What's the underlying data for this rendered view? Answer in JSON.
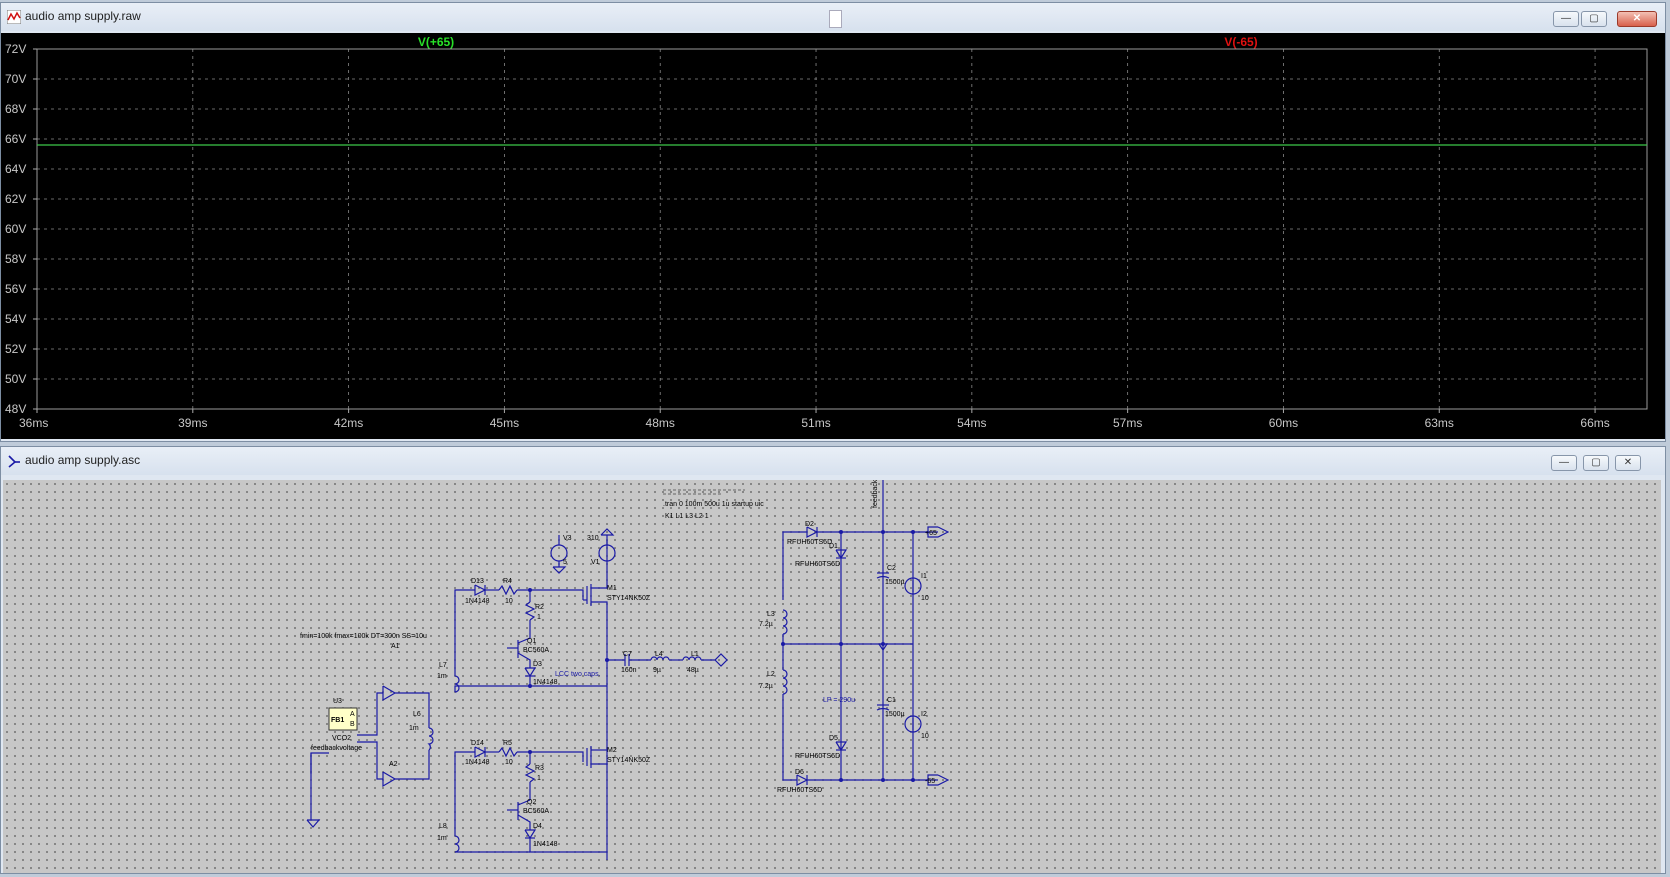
{
  "plot_window": {
    "title": "audio amp supply.raw",
    "buttons": {
      "minimize": "—",
      "maximize": "▢",
      "close": "✕"
    }
  },
  "schematic_window": {
    "title": "audio amp supply.asc",
    "buttons": {
      "minimize": "—",
      "maximize": "▢",
      "close": "✕"
    }
  },
  "colors": {
    "trace": "#3cc84a",
    "trace_label_pos": "#28e028",
    "trace_label_neg": "#e01010",
    "wire": "#1a1aa6",
    "grid": "#8a8a8a"
  },
  "chart_data": {
    "type": "line",
    "title": "",
    "xlabel": "",
    "ylabel": "",
    "grid": true,
    "xlim": [
      36,
      67
    ],
    "ylim": [
      48,
      72
    ],
    "x_ticks": [
      "36ms",
      "39ms",
      "42ms",
      "45ms",
      "48ms",
      "51ms",
      "54ms",
      "57ms",
      "60ms",
      "63ms",
      "66ms"
    ],
    "x_tick_values": [
      36,
      39,
      42,
      45,
      48,
      51,
      54,
      57,
      60,
      63,
      66
    ],
    "y_ticks": [
      "72V",
      "70V",
      "68V",
      "66V",
      "64V",
      "62V",
      "60V",
      "58V",
      "56V",
      "54V",
      "52V",
      "50V",
      "48V"
    ],
    "y_tick_values": [
      72,
      70,
      68,
      66,
      64,
      62,
      60,
      58,
      56,
      54,
      52,
      50,
      48
    ],
    "series": [
      {
        "name": "V(+65)",
        "x": [
          36,
          39,
          42,
          45,
          48,
          51,
          54,
          57,
          60,
          63,
          66,
          67
        ],
        "y": [
          65.6,
          65.6,
          65.6,
          65.6,
          65.6,
          65.6,
          65.6,
          65.6,
          65.6,
          65.6,
          65.6,
          65.6
        ]
      },
      {
        "name": "V(-65)",
        "x": [],
        "y": []
      }
    ]
  },
  "schematic": {
    "directives": [
      ".tran 0 100m 500u 1u startup uic",
      "K1 L1 L3 L2 1"
    ],
    "vco_params": "fmin=100k fmax=100k DT=300n SS=10u",
    "lcc_note": "LCC two caps.",
    "lp_note": "LP = 290u",
    "feedback_label": "feedback",
    "vco": {
      "name": "U3",
      "model": "VCO2",
      "pin_fb": "FB1",
      "pin_a": "A",
      "pin_b": "B"
    },
    "feedback_net": "feedbackvoltage",
    "out_pos": "+65",
    "out_neg": "-65",
    "components": {
      "A1": "A1",
      "A2": "A2",
      "L6": "L6",
      "L6v": "1m",
      "L7": "L7",
      "L7v": "1m",
      "L8": "L8",
      "L8v": "1m",
      "D13": "D13",
      "D13v": "1N4148",
      "D14": "D14",
      "D14v": "1N4148",
      "R4": "R4",
      "R4v": "10",
      "R5": "R5",
      "R5v": "10",
      "R2": "R2",
      "R2v": "1",
      "R3": "R3",
      "R3v": "1",
      "Q1": "Q1",
      "Q1v": "BC560A",
      "Q2": "Q2",
      "Q2v": "BC560A",
      "D3": "D3",
      "D3v": "1N4148",
      "D4": "D4",
      "D4v": "1N4148",
      "M1": "M1",
      "M1v": "STY14NK50Z",
      "M2": "M2",
      "M2v": "STY14NK50Z",
      "V3": "V3",
      "V3v": "5",
      "V1": "V1",
      "V1v": "310",
      "C7": "C7",
      "C7v": "160n",
      "L4": "L4",
      "L4v": "9µ",
      "L1": "L1",
      "L1v": "48µ",
      "L3": "L3",
      "L3v": "7.2µ",
      "L2": "L2",
      "L2v": "7.2µ",
      "D2": "D2",
      "D1": "D1",
      "D5": "D5",
      "D6": "D6",
      "Dv": "RFUH60TS6D",
      "C2": "C2",
      "C2v": "1500µ",
      "C1": "C1",
      "C1v": "1500µ",
      "I1": "I1",
      "I1v": "10",
      "I2": "I2",
      "I2v": "10"
    }
  }
}
